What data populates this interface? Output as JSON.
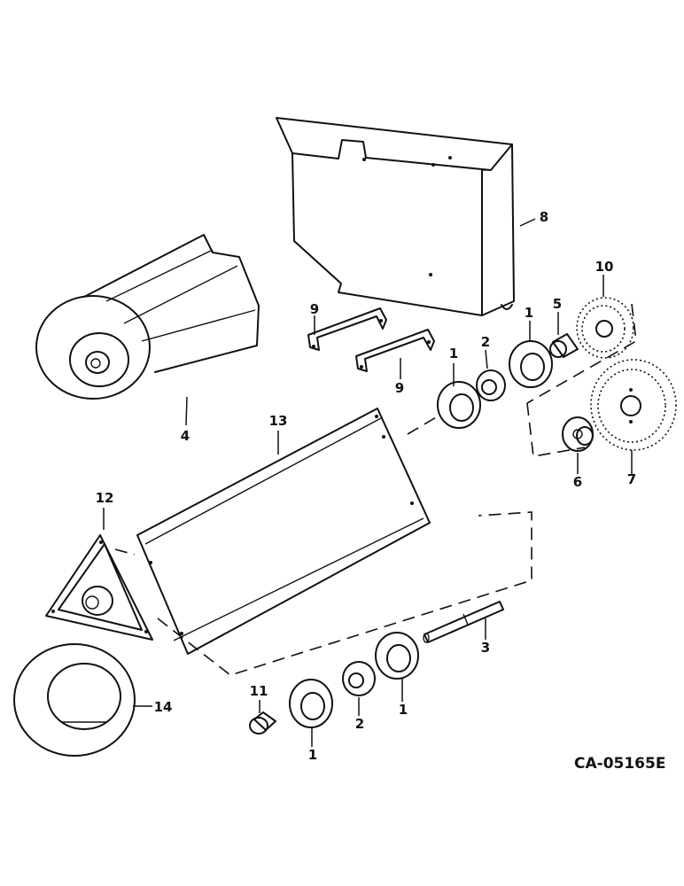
{
  "drawing_code": "CA-05165E",
  "callouts": {
    "c1a": "1",
    "c1b": "1",
    "c1c": "1",
    "c1d": "1",
    "c2a": "2",
    "c2b": "2",
    "c3": "3",
    "c4": "4",
    "c5": "5",
    "c6": "6",
    "c7": "7",
    "c8": "8",
    "c9a": "9",
    "c9b": "9",
    "c10": "10",
    "c11": "11",
    "c12": "12",
    "c13": "13",
    "c14": "14"
  },
  "parts": [
    {
      "callout": "1",
      "icon": "bearing-flange-icon",
      "count": 4
    },
    {
      "callout": "2",
      "icon": "ball-bearing-icon",
      "count": 2
    },
    {
      "callout": "3",
      "icon": "shaft-icon"
    },
    {
      "callout": "4",
      "icon": "drum-roller-icon"
    },
    {
      "callout": "5",
      "icon": "bushing-icon"
    },
    {
      "callout": "6",
      "icon": "hub-icon"
    },
    {
      "callout": "7",
      "icon": "sprocket-icon"
    },
    {
      "callout": "8",
      "icon": "shield-icon"
    },
    {
      "callout": "9",
      "icon": "bracket-icon",
      "count": 2
    },
    {
      "callout": "10",
      "icon": "sprocket-icon"
    },
    {
      "callout": "11",
      "icon": "bushing-icon"
    },
    {
      "callout": "12",
      "icon": "end-plate-icon"
    },
    {
      "callout": "13",
      "icon": "pan-icon"
    },
    {
      "callout": "14",
      "icon": "washer-disc-icon"
    }
  ]
}
